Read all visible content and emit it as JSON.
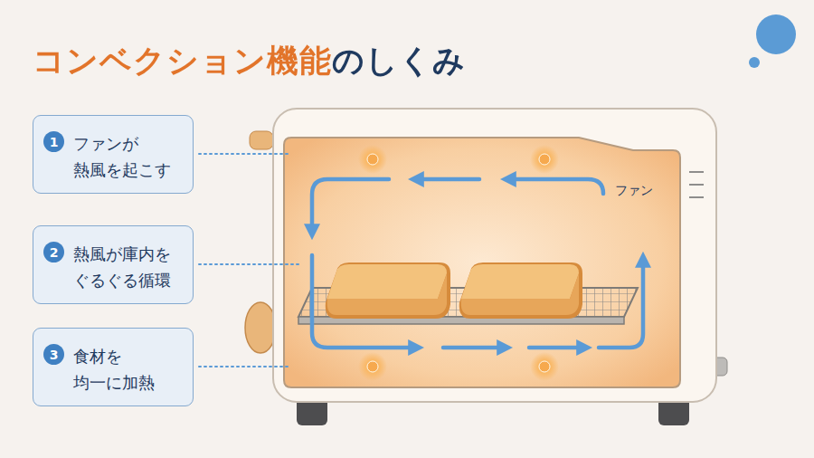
{
  "diagram": {
    "title": "コンベクション機能のしくみ",
    "nodes": [
      {
        "text": [
          "ファンが 熱風を起こす"
        ]
      },
      {
        "text": [
          "1"
        ],
        "in": 0
      },
      {
        "text": [
          "熱風が庫内を ぐるぐる循環"
        ]
      },
      {
        "text": [
          "2"
        ],
        "in": 2
      },
      {
        "text": [
          "食材を 均一に加熱"
        ]
      },
      {
        "text": [
          "3"
        ],
        "in": 4
      }
    ],
    "labels": [
      "ファン"
    ]
  }
}
